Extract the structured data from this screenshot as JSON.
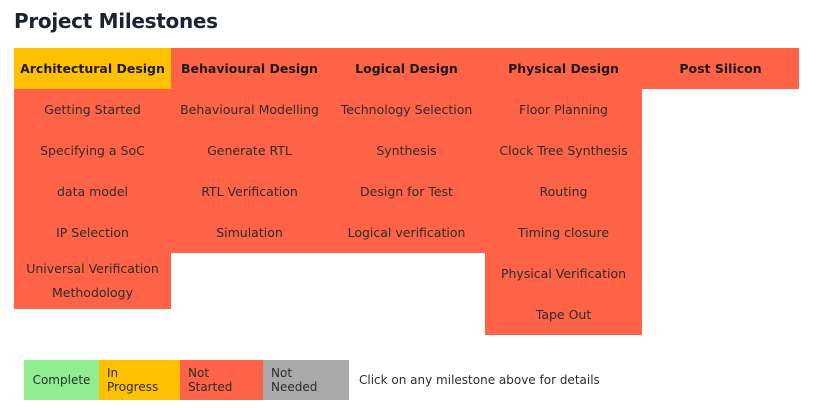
{
  "page": {
    "title": "Project Milestones"
  },
  "colors": {
    "complete": "#90ee90",
    "in_progress": "#ffc000",
    "not_started": "#ff6347",
    "not_needed": "#a9a9a9"
  },
  "columns": [
    {
      "header": "Architectural Design",
      "status": "in-progress",
      "items": [
        "Getting Started",
        "Specifying a SoC",
        "data model",
        "IP Selection",
        "Universal Verification Methodology"
      ]
    },
    {
      "header": "Behavioural Design",
      "status": "not-started",
      "items": [
        "Behavioural Modelling",
        "Generate RTL",
        "RTL Verification",
        "Simulation"
      ]
    },
    {
      "header": "Logical Design",
      "status": "not-started",
      "items": [
        "Technology Selection",
        "Synthesis",
        "Design for Test",
        "Logical verification"
      ]
    },
    {
      "header": "Physical Design",
      "status": "not-started",
      "items": [
        "Floor Planning",
        "Clock Tree Synthesis",
        "Routing",
        "Timing closure",
        "Physical Verification",
        "Tape Out"
      ]
    },
    {
      "header": "Post Silicon",
      "status": "not-started",
      "items": []
    }
  ],
  "legend": {
    "complete": "Complete",
    "in_progress": "In Progress",
    "not_started": "Not Started",
    "not_needed": "Not Needed",
    "hint": "Click on any milestone above for details"
  }
}
